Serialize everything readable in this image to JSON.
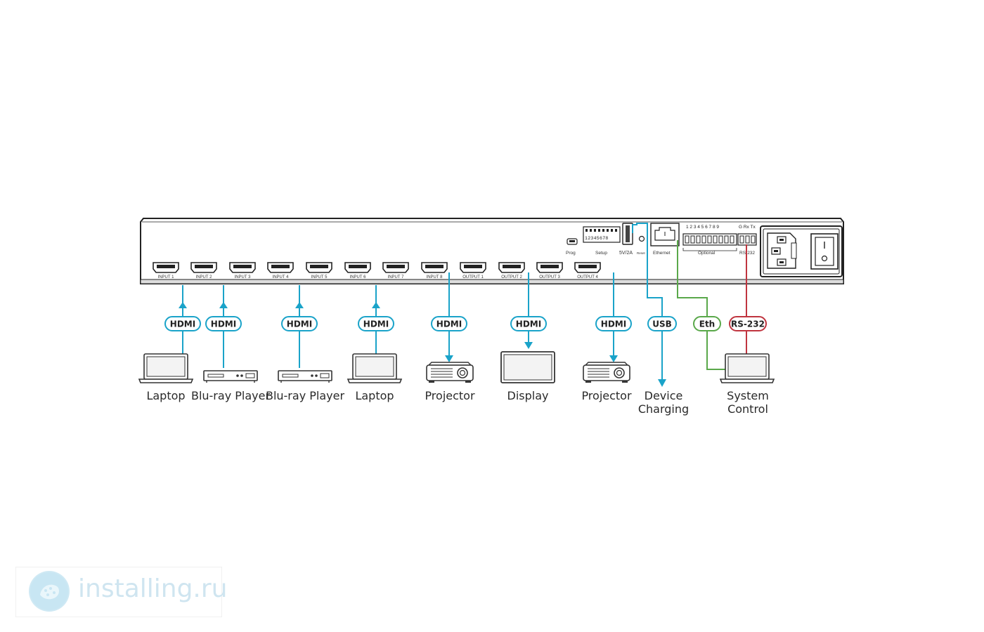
{
  "colors": {
    "hdmi": "#1aa3c9",
    "usb": "#1aa3c9",
    "eth": "#5aa84a",
    "rs232": "#c0343f",
    "device_body": "#f2f2f2",
    "device_edge": "#333333"
  },
  "panel": {
    "ports": [
      {
        "id": "in1",
        "label": "Input 1"
      },
      {
        "id": "in2",
        "label": "Input 2"
      },
      {
        "id": "in3",
        "label": "Input 3"
      },
      {
        "id": "in4",
        "label": "Input 4"
      },
      {
        "id": "in5",
        "label": "Input 5"
      },
      {
        "id": "in6",
        "label": "Input 6"
      },
      {
        "id": "in7",
        "label": "Input 7"
      },
      {
        "id": "in8",
        "label": "Input 8"
      },
      {
        "id": "out1",
        "label": "Output 1"
      },
      {
        "id": "out2",
        "label": "Output 2"
      },
      {
        "id": "out3",
        "label": "Output 3"
      },
      {
        "id": "out4",
        "label": "Output 4"
      }
    ],
    "prog_label": "Prog",
    "setup_label": "Setup",
    "setup_numbers": "12345678",
    "usb_label": "5V/2A",
    "reset_label": "Reset",
    "ethernet_label": "Ethernet",
    "optional_numbers": "1 2 3 4 5 6 7 8 9",
    "optional_label": "Optional",
    "rs232_pins": "G Rx Tx",
    "rs232_label": "RS-232"
  },
  "badges": {
    "hdmi": "HDMI",
    "usb": "USB",
    "eth": "Eth",
    "rs232": "RS-232"
  },
  "devices": [
    {
      "label": "Laptop",
      "icon": "laptop-icon"
    },
    {
      "label": "Blu-ray Player",
      "icon": "bluray-player-icon"
    },
    {
      "label": "Blu-ray Player",
      "icon": "bluray-player-icon"
    },
    {
      "label": "Laptop",
      "icon": "laptop-icon"
    },
    {
      "label": "Projector",
      "icon": "projector-icon"
    },
    {
      "label": "Display",
      "icon": "display-icon"
    },
    {
      "label": "Projector",
      "icon": "projector-icon"
    },
    {
      "label_line1": "Device",
      "label_line2": "Charging",
      "icon": "arrow-down-icon"
    },
    {
      "label_line1": "System",
      "label_line2": "Control",
      "icon": "laptop-icon"
    }
  ],
  "watermark": {
    "text": "installing.ru",
    "icon": "installing-logo-icon"
  }
}
